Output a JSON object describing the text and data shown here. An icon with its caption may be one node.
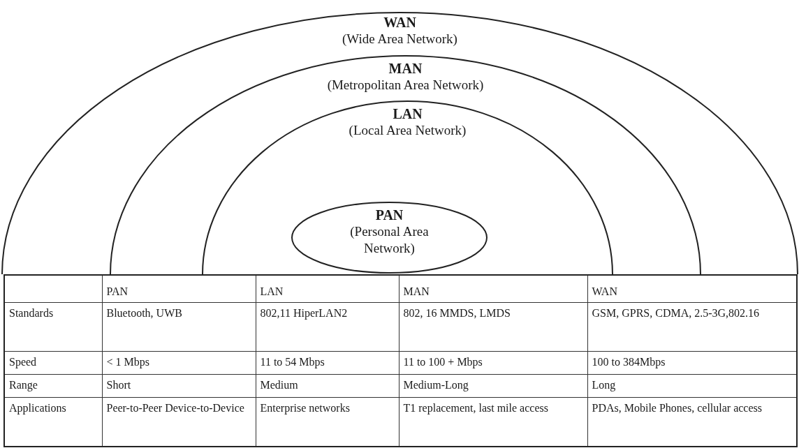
{
  "diagram": {
    "nodes": [
      {
        "text": [
          "WAN",
          "(Wide Area Network)"
        ]
      },
      {
        "text": [
          "MAN",
          "(Metropolitan Area Network)"
        ],
        "in": 0
      },
      {
        "text": [
          "LAN",
          "(Local Area Network)"
        ],
        "in": 1
      },
      {
        "text": [
          "PAN",
          "(Personal Area Network)"
        ],
        "in": 2
      }
    ],
    "labels": [
      "PAN",
      "LAN",
      "MAN",
      "WAN",
      "Standards",
      "Bluetooth, UWB",
      "802,11 HiperLAN2",
      "802, 16 MMDS, LMDS",
      "GSM, GPRS, CDMA, 2.5-3G,802.16",
      "Speed",
      "< 1 Mbps",
      "11 to 54 Mbps",
      "11 to 100 + Mbps",
      "100 to 384Mbps",
      "Range",
      "Short",
      "Medium",
      "Medium-Long",
      "Long",
      "Applications",
      "Peer-to-Peer Device-to-Device",
      "Enterprise networks",
      "T1 replacement, last mile access",
      "PDAs, Mobile Phones, cellular access"
    ]
  }
}
